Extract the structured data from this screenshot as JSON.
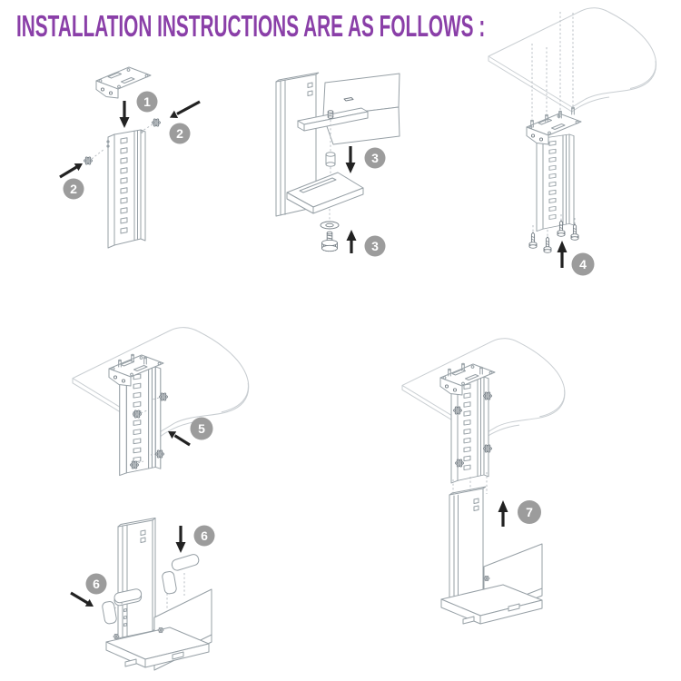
{
  "title": "INSTALLATION INSTRUCTIONS ARE AS FOLLOWS :",
  "colors": {
    "title_text": "#8a3fa8",
    "badge_fill": "#9c9c9c",
    "badge_number": "#ffffff",
    "arrow": "#222222",
    "hardware_line": "#97a0a6",
    "desk_line": "#c9ced2"
  },
  "panels": [
    {
      "name": "attach-bracket-and-side-screws",
      "badges": [
        "1",
        "2",
        "2"
      ],
      "arrows": [
        "down",
        "diagonal-down-left",
        "diagonal-up-right"
      ]
    },
    {
      "name": "fit-spacer-washer-and-thumbscrew",
      "badges": [
        "3",
        "3"
      ],
      "arrows": [
        "down",
        "up"
      ]
    },
    {
      "name": "screw-column-under-desk",
      "badges": [
        "4"
      ],
      "arrows": [
        "up"
      ]
    },
    {
      "name": "install-side-thumbscrews",
      "badges": [
        "5"
      ],
      "arrows": [
        "diagonal-up-left"
      ]
    },
    {
      "name": "apply-protection-pads",
      "badges": [
        "6",
        "6"
      ],
      "arrows": [
        "down",
        "diagonal-down-right"
      ]
    },
    {
      "name": "slide-holder-onto-column",
      "badges": [
        "7"
      ],
      "arrows": [
        "up"
      ]
    }
  ]
}
